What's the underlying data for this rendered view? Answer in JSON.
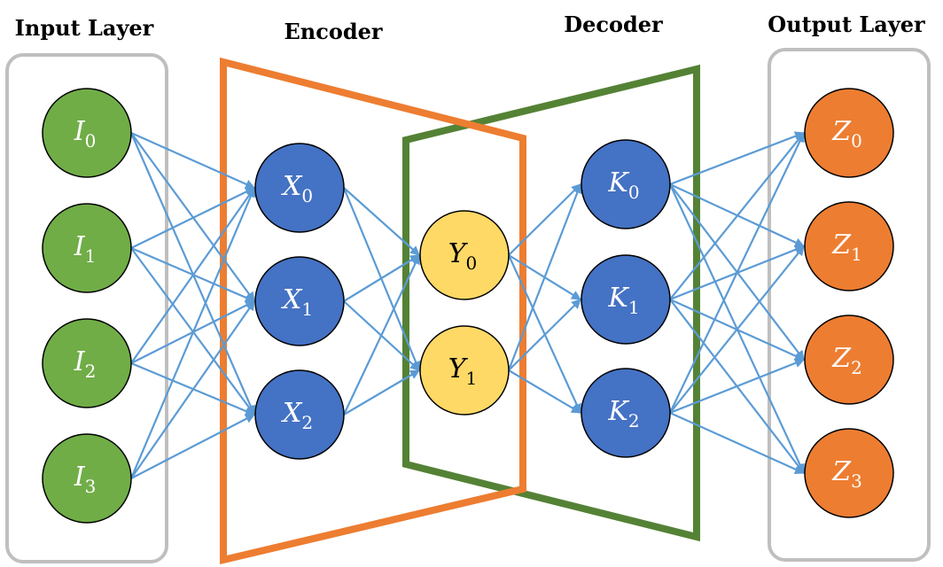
{
  "titles": {
    "input": "Input Layer",
    "encoder": "Encoder",
    "decoder": "Decoder",
    "output": "Output Layer"
  },
  "colors": {
    "input_node": "#70ad47",
    "hidden_node": "#4472c4",
    "bottleneck_node": "#ffd966",
    "output_node": "#ed7d31",
    "encoder_frame": "#ed7d31",
    "decoder_frame": "#548235",
    "layer_box": "#bfbfbf",
    "connection": "#5b9bd5",
    "node_outline": "#000000",
    "light_text": "#ffffff",
    "dark_text": "#000000"
  },
  "layers": {
    "input": [
      "I|0",
      "I|1",
      "I|2",
      "I|3"
    ],
    "encoder": [
      "X|0",
      "X|1",
      "X|2"
    ],
    "bottleneck": [
      "Y|0",
      "Y|1"
    ],
    "decoder": [
      "K|0",
      "K|1",
      "K|2"
    ],
    "output": [
      "Z|0",
      "Z|1",
      "Z|2",
      "Z|3"
    ]
  }
}
